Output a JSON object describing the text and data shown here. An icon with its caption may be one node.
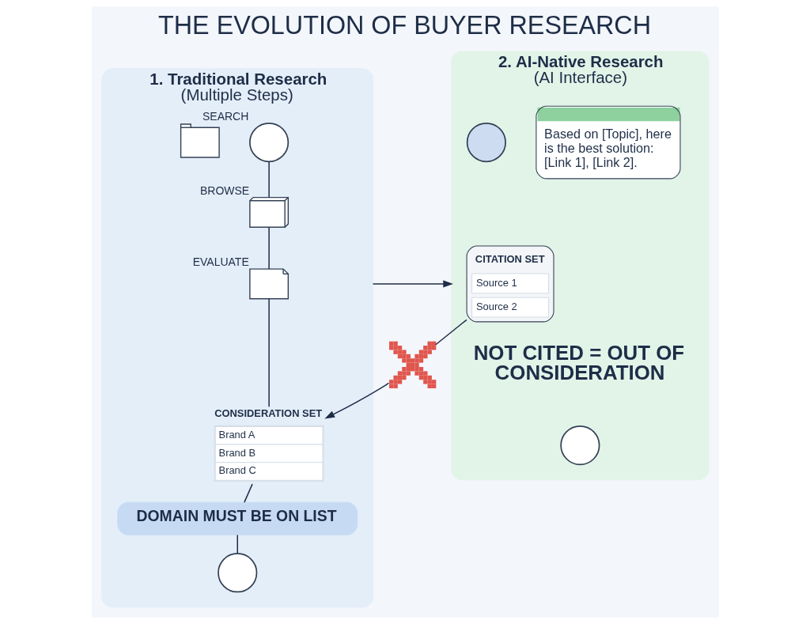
{
  "diagram": {
    "title": "THE EVOLUTION OF BUYER RESEARCH",
    "nodes": [
      {
        "text": [
          "1. Traditional Research",
          "(Multiple Steps)"
        ]
      },
      {
        "text": [],
        "shape": "picture",
        "in": 0
      },
      {
        "text": [],
        "shape": "circle",
        "beside": [
          "SEARCH"
        ],
        "in": 0
      },
      {
        "text": [],
        "shape": "picture",
        "beside": [
          "BROWSE"
        ],
        "in": 0
      },
      {
        "text": [],
        "shape": "picture",
        "beside": [
          "EVALUATE"
        ],
        "in": 0
      },
      {
        "text": [
          "CONSIDERATION SET",
          "Brand A",
          "Brand B",
          "Brand C"
        ],
        "in": 0
      },
      {
        "text": [
          "DOMAIN MUST BE ON LIST"
        ],
        "in": 0
      },
      {
        "text": [],
        "shape": "circle",
        "in": 0
      },
      {
        "text": [
          "2. AI-Native Research",
          "(AI Interface)"
        ]
      },
      {
        "text": [],
        "shape": "circle",
        "in": 8
      },
      {
        "text": [
          "Based on [Topic], here is the best solution: [Link 1], [Link 2]."
        ],
        "in": 8
      },
      {
        "text": [
          "CITATION SET",
          "Source 1",
          "Source 2"
        ],
        "in": 8
      },
      {
        "text": [],
        "shape": "circle",
        "in": 8
      },
      {
        "text": [],
        "shape": "cross"
      }
    ],
    "edges": [
      {
        "from": 2,
        "to": 3,
        "arrow": "none"
      },
      {
        "from": 3,
        "to": 4,
        "arrow": "none"
      },
      {
        "from": 4,
        "to": 5,
        "arrow": "none"
      },
      {
        "from": 5,
        "to": 6,
        "arrow": "none"
      },
      {
        "from": 6,
        "to": 7,
        "arrow": "none"
      },
      {
        "from": 0,
        "to": 8,
        "arrow": "to"
      },
      {
        "from": 11,
        "to": 13,
        "arrow": "none"
      },
      {
        "from": 13,
        "to": 5,
        "arrow": "to"
      }
    ],
    "labels": [
      "NOT CITED = OUT OF CONSIDERATION"
    ]
  }
}
